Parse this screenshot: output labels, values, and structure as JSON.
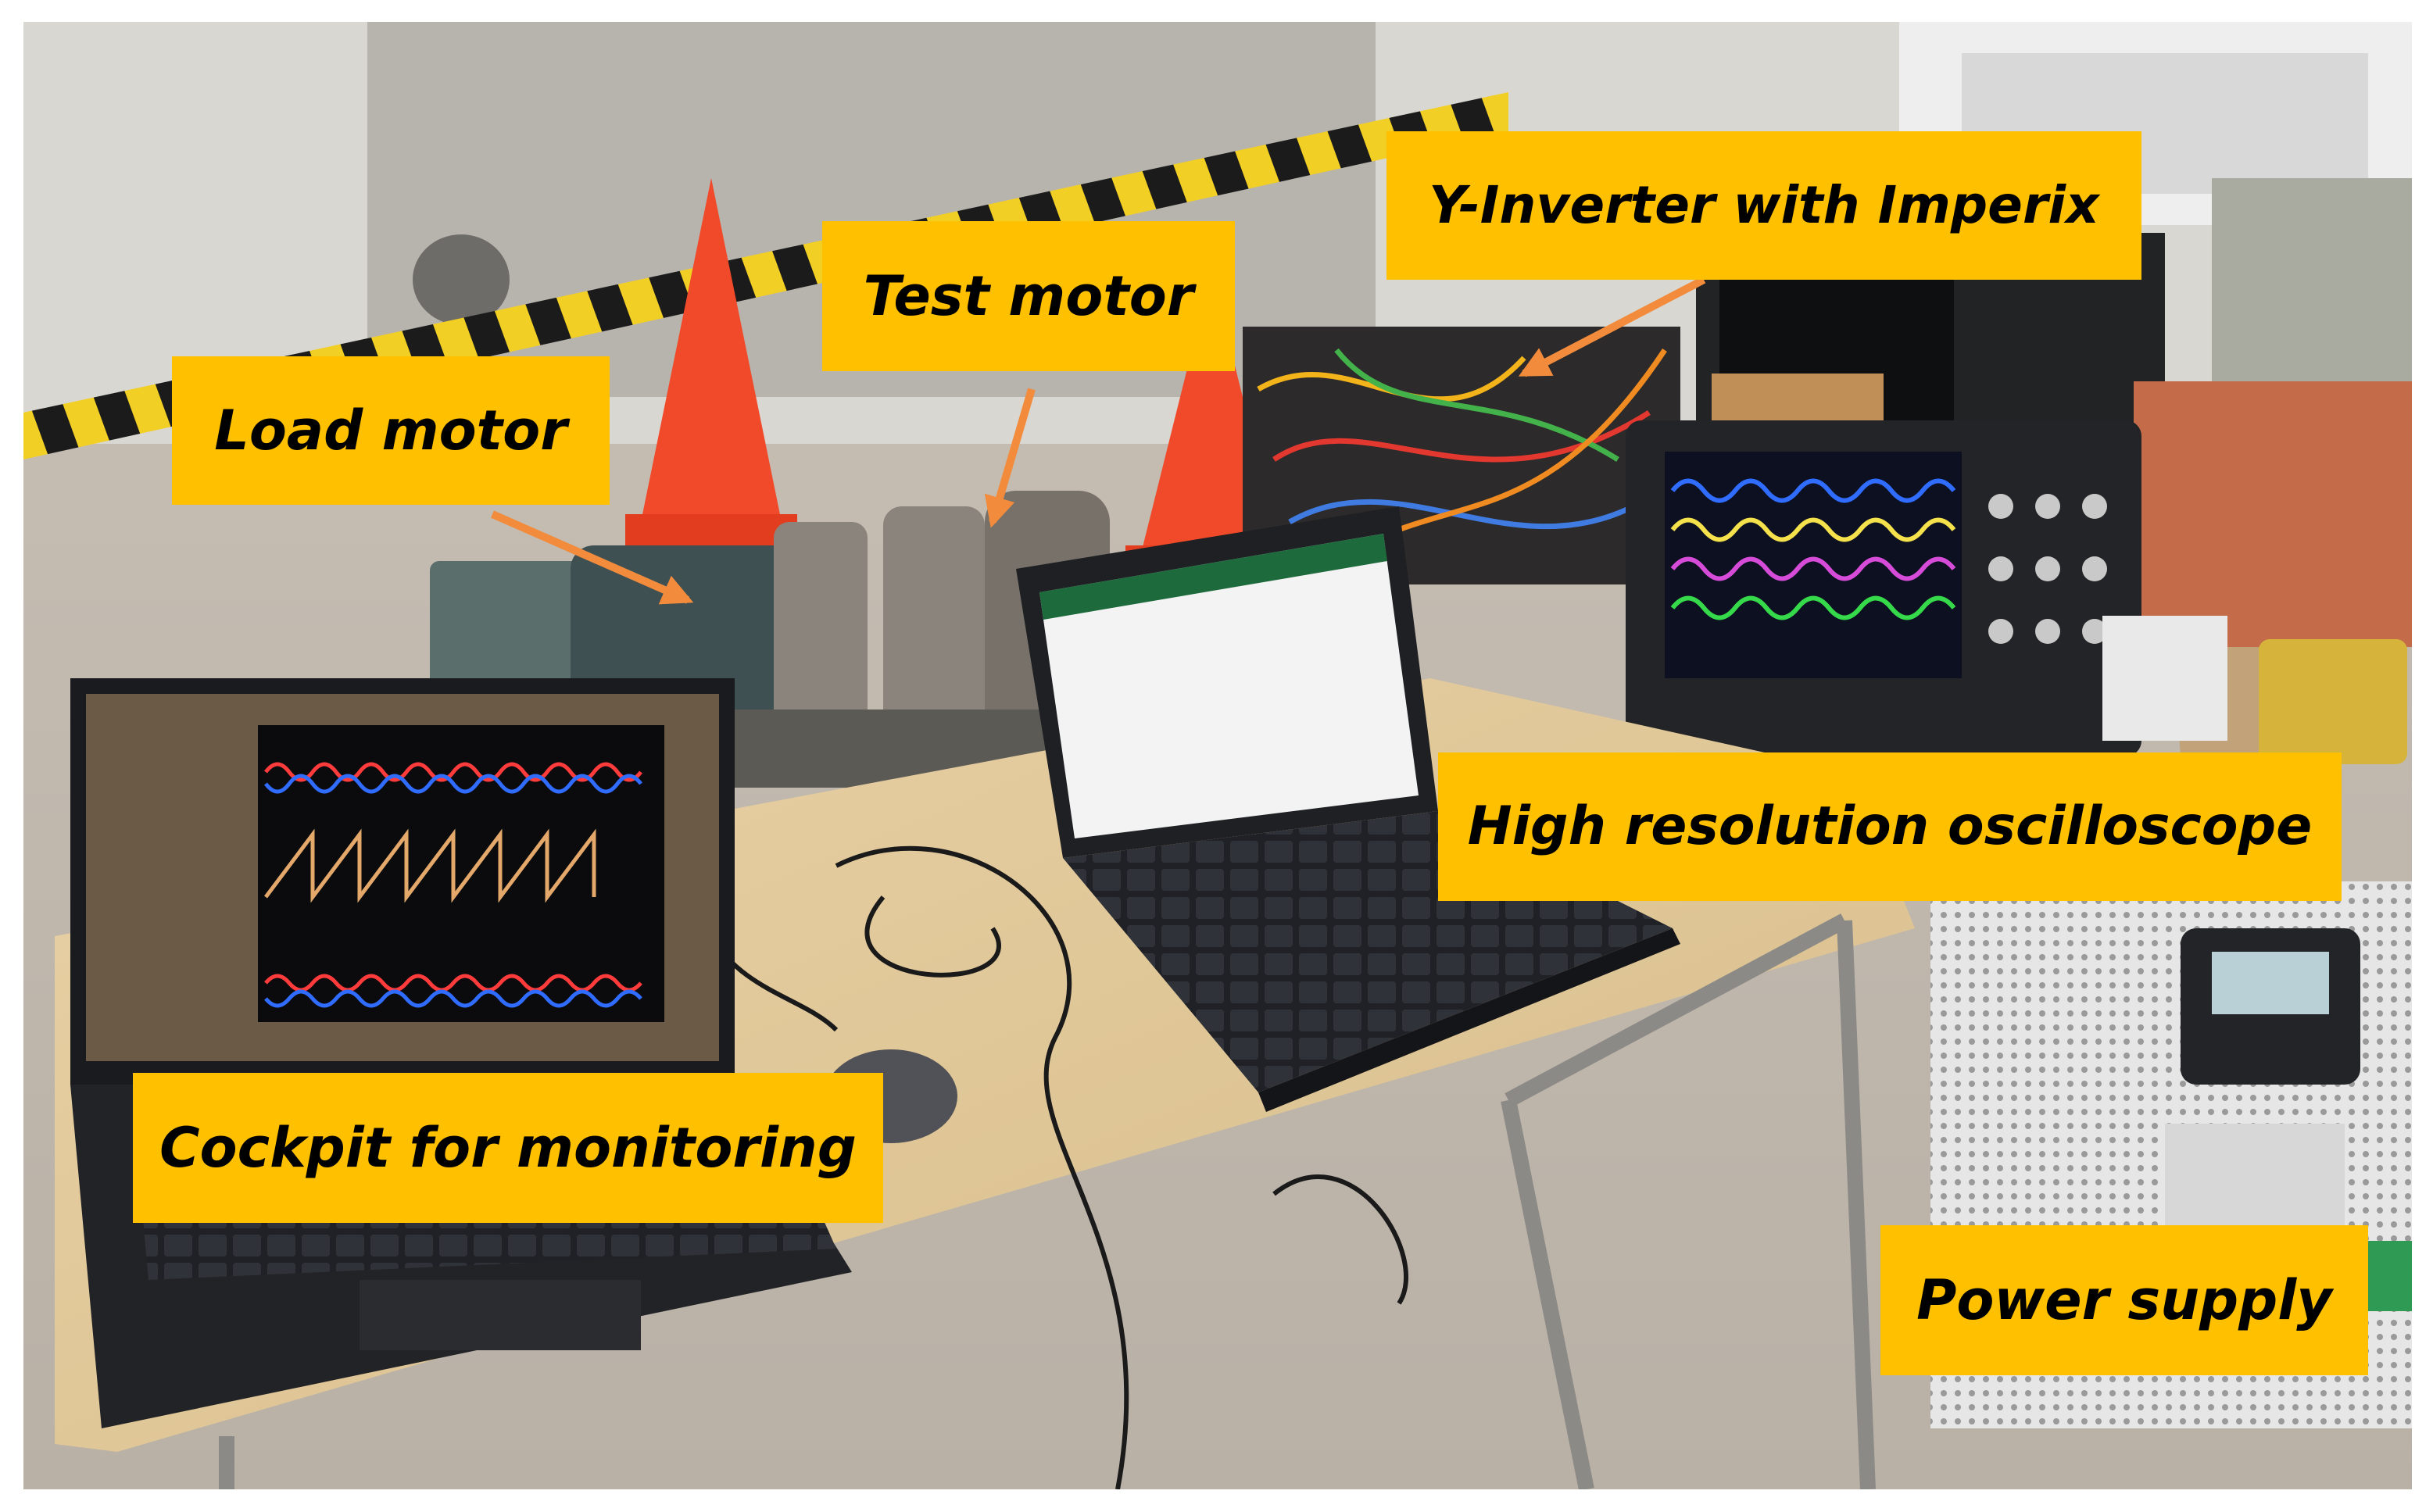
{
  "labels": {
    "load_motor": "Load motor",
    "test_motor": "Test motor",
    "inverter": "Y-Inverter with Imperix",
    "oscilloscope": "High resolution oscilloscope",
    "cockpit": "Cockpit for monitoring",
    "power_supply": "Power supply"
  },
  "colors": {
    "label_background": "#ffc000",
    "arrow": "#f28c3c",
    "trace_blue": "#2f6cff",
    "trace_red": "#ff3b3b",
    "trace_yellow": "#f4e14b",
    "trace_green": "#36d94a",
    "trace_magenta": "#d64bd8"
  }
}
